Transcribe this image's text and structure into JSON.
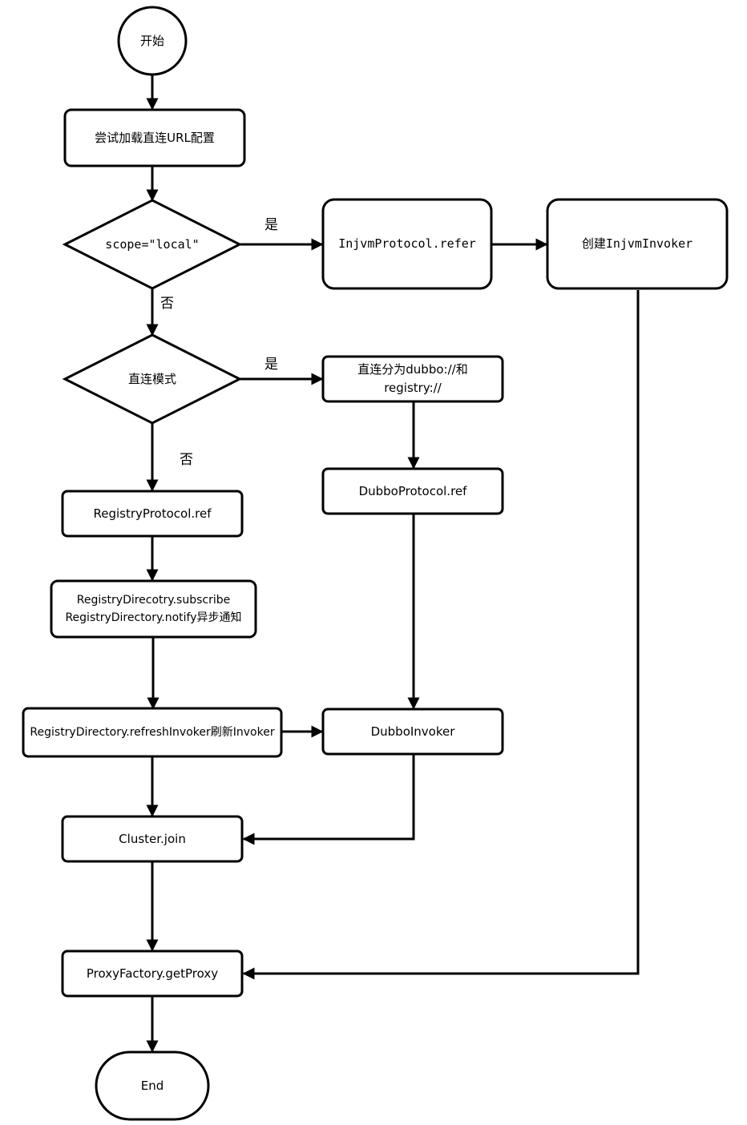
{
  "nodes": {
    "start": "开始",
    "load_config": "尝试加载直连URL配置",
    "scope_local": "scope=\"local\"",
    "injvm_refer": "InjvmProtocol.refer",
    "create_injvm": "创建InjvmInvoker",
    "direct_mode": "直连模式",
    "direct_split": "直连分为dubbo://和registry://",
    "dubbo_ref": "DubboProtocol.ref",
    "registry_ref": "RegistryProtocol.ref",
    "subscribe": "RegistryDirecotry.subscribe RegistryDirectory.notify异步通知",
    "refresh_invoker": "RegistryDirectory.refreshInvoker刷新Invoker",
    "dubbo_invoker": "DubboInvoker",
    "cluster_join": "Cluster.join",
    "proxy": "ProxyFactory.getProxy",
    "end": "End"
  },
  "edge_labels": {
    "yes_scope": "是",
    "no_scope": "否",
    "yes_direct": "是",
    "no_direct": "否"
  }
}
